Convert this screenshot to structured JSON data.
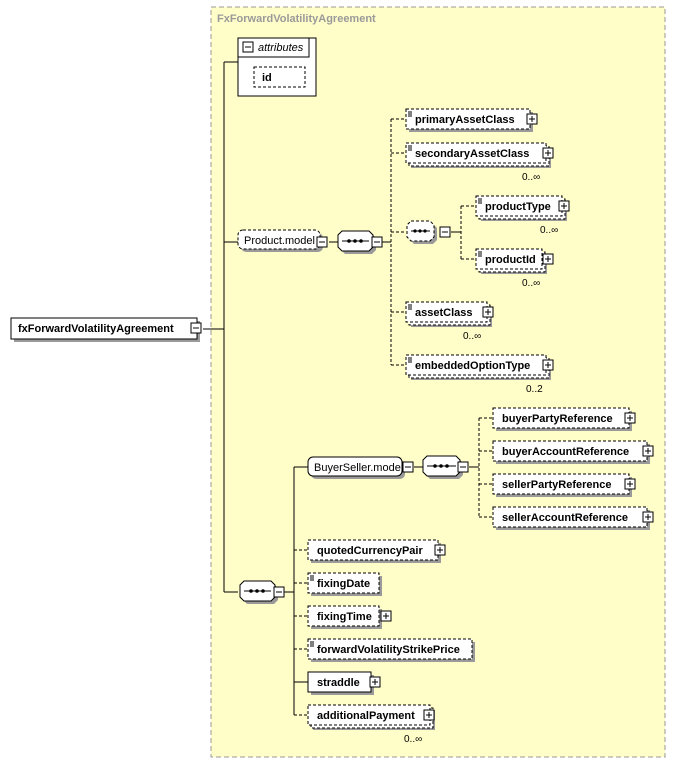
{
  "diagram": {
    "type_title": "FxForwardVolatilityAgreement",
    "root_element": "fxForwardVolatilityAgreement",
    "attributes_label": "attributes",
    "attribute_id": "id",
    "product_model": "Product.model",
    "primary_asset_class": "primaryAssetClass",
    "secondary_asset_class": "secondaryAssetClass",
    "secondary_asset_class_card": "0..∞",
    "product_type": "productType",
    "product_type_card": "0..∞",
    "product_id": "productId",
    "product_id_card": "0..∞",
    "asset_class": "assetClass",
    "asset_class_card": "0..∞",
    "embedded_option_type": "embeddedOptionType",
    "embedded_option_type_card": "0..2",
    "buyer_seller_model": "BuyerSeller.model",
    "buyer_party_reference": "buyerPartyReference",
    "buyer_account_reference": "buyerAccountReference",
    "seller_party_reference": "sellerPartyReference",
    "seller_account_reference": "sellerAccountReference",
    "quoted_currency_pair": "quotedCurrencyPair",
    "fixing_date": "fixingDate",
    "fixing_time": "fixingTime",
    "forward_volatility_strike_price": "forwardVolatilityStrikePrice",
    "straddle": "straddle",
    "additional_payment": "additionalPayment",
    "additional_payment_card": "0..∞"
  },
  "colors": {
    "type_background": "#fffdc8",
    "type_border": "#999999",
    "element_background": "#ffffff",
    "line": "#000000",
    "shadow": "#9a9a9a"
  }
}
